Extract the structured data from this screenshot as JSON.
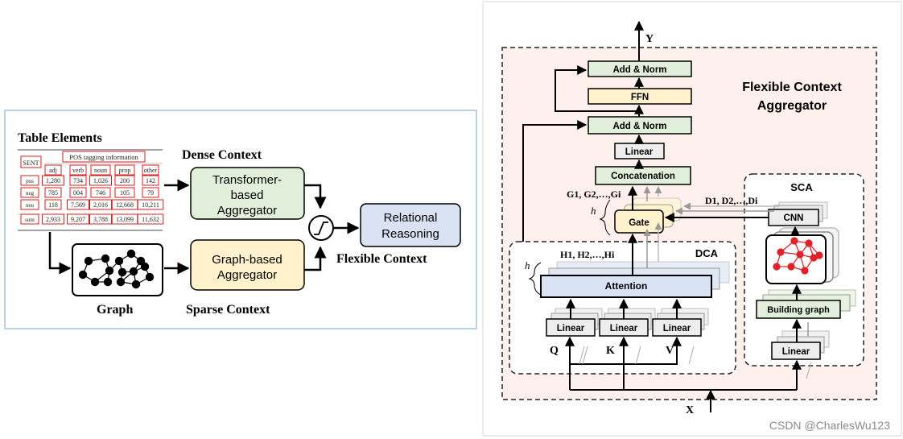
{
  "left": {
    "table_title": "Table Elements",
    "table": {
      "header_sent": "SENT",
      "header_pos": "POS tagging information",
      "columns": [
        "adj",
        "verb",
        "noun",
        "prop",
        "other"
      ],
      "rows": [
        {
          "label": "pos",
          "cells": [
            "1,280",
            "734",
            "1,026",
            "200",
            "142"
          ]
        },
        {
          "label": "neg",
          "cells": [
            "785",
            "004",
            "746",
            "105",
            "79"
          ]
        },
        {
          "label": "neu",
          "cells": [
            "118",
            "7,569",
            "2,016",
            "12,668",
            "10,211"
          ]
        },
        {
          "label": "sum",
          "cells": [
            "2,933",
            "9,207",
            "3,788",
            "13,099",
            "11,632"
          ]
        }
      ]
    },
    "dense_context": "Dense Context",
    "transformer_line1": "Transformer-",
    "transformer_line2": "based",
    "transformer_line3": "Aggregator",
    "graph_agg_line1": "Graph-based",
    "graph_agg_line2": "Aggregator",
    "graph_label": "Graph",
    "sparse_context": "Sparse Context",
    "flexible_context": "Flexible Context",
    "relational_line1": "Relational",
    "relational_line2": "Reasoning"
  },
  "right": {
    "output": "Y",
    "input": "X",
    "title_line1": "Flexible Context",
    "title_line2": "Aggregator",
    "add_norm_top": "Add & Norm",
    "ffn": "FFN",
    "add_norm_bottom": "Add & Norm",
    "linear_top": "Linear",
    "concatenation": "Concatenation",
    "gate": "Gate",
    "g_label": "G1, G2,…,Gi",
    "d_label": "D1, D2,…,Di",
    "h_gate": "h",
    "sca": "SCA",
    "cnn": "CNN",
    "building_graph": "Building graph",
    "linear_sca": "Linear",
    "dca": "DCA",
    "h_label": "H1, H2,…,Hi",
    "h_attn": "h",
    "attention": "Attention",
    "linear_q": "Linear",
    "linear_k": "Linear",
    "linear_v": "Linear",
    "q": "Q",
    "k": "K",
    "v": "V"
  },
  "watermark": "CSDN @CharlesWu123",
  "colors": {
    "left_panel_border": "#b8d0ea",
    "transformer_fill": "#e2efda",
    "graph_agg_fill": "#fff2cc",
    "relational_fill": "#dae3f3",
    "fca_fill": "#fdf0ed",
    "add_norm_fill": "#e2efda",
    "ffn_fill": "#fff2cc",
    "attention_fill": "#dae3f3",
    "graph_node": "#e0202a"
  }
}
